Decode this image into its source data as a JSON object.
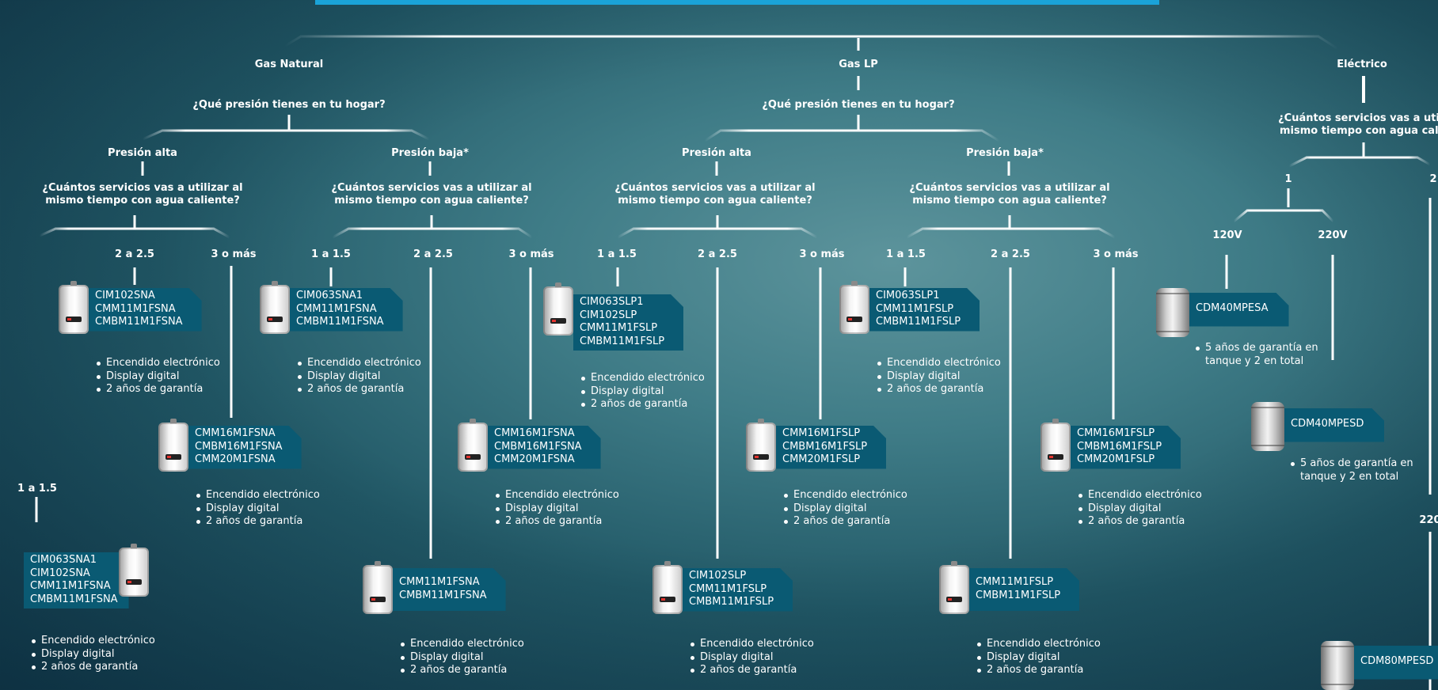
{
  "colors": {
    "accent_bar": "#1aa3d8",
    "tag_bg": "#0a5a73"
  },
  "labels": {
    "gas_natural": "Gas Natural",
    "gas_lp": "Gas LP",
    "electrico": "Eléctrico",
    "q_presion": "¿Qué presión tienes en tu hogar?",
    "presion_alta": "Presión alta",
    "presion_baja": "Presión baja*",
    "q_serv_1": "¿Cuántos servicios  vas a utilizar al",
    "q_serv_2": "mismo tiempo con agua caliente?",
    "q_serv_e1": "¿Cuántos servicios  vas a utiliza",
    "q_serv_e2": "mismo tiempo con agua calient",
    "r_1a15": "1 a 1.5",
    "r_2a25": "2 a 2.5",
    "r_3omas": "3 o más",
    "e_1": "1",
    "e_2": "2",
    "v120": "120V",
    "v220": "220V",
    "v220_cut": "220"
  },
  "features": {
    "f1": "Encendido electrónico",
    "f2": "Display digital",
    "f3": "2 años de garantía"
  },
  "tank_warranty": {
    "w1": "5 años de garantía en",
    "w2": "tanque y 2 en total"
  },
  "products": {
    "gn_alta_2a25": [
      "CIM102SNA",
      "CMM11M1FSNA",
      "CMBM11M1FSNA"
    ],
    "gn_alta_3": [
      "CMM16M1FSNA",
      "CMBM16M1FSNA",
      "CMM20M1FSNA"
    ],
    "gn_alta_1": [
      "CIM063SNA1",
      "CIM102SNA",
      "CMM11M1FSNA",
      "CMBM11M1FSNA"
    ],
    "gn_baja_1": [
      "CIM063SNA1",
      "CMM11M1FSNA",
      "CMBM11M1FSNA"
    ],
    "gn_baja_2": [
      "CMM11M1FSNA",
      "CMBM11M1FSNA"
    ],
    "gn_baja_3": [
      "CMM16M1FSNA",
      "CMBM16M1FSNA",
      "CMM20M1FSNA"
    ],
    "lp_alta_1": [
      "CIM063SLP1",
      "CIM102SLP",
      "CMM11M1FSLP",
      "CMBM11M1FSLP"
    ],
    "lp_alta_2": [
      "CIM102SLP",
      "CMM11M1FSLP",
      "CMBM11M1FSLP"
    ],
    "lp_alta_3": [
      "CMM16M1FSLP",
      "CMBM16M1FSLP",
      "CMM20M1FSLP"
    ],
    "lp_baja_1": [
      "CIM063SLP1",
      "CMM11M1FSLP",
      "CMBM11M1FSLP"
    ],
    "lp_baja_2": [
      "CMM11M1FSLP",
      "CMBM11M1FSLP"
    ],
    "lp_baja_3": [
      "CMM16M1FSLP",
      "CMBM16M1FSLP",
      "CMM20M1FSLP"
    ],
    "el_120": [
      "CDM40MPESA"
    ],
    "el_220": [
      "CDM40MPESD"
    ],
    "el_2": [
      "CDM80MPESD"
    ]
  }
}
